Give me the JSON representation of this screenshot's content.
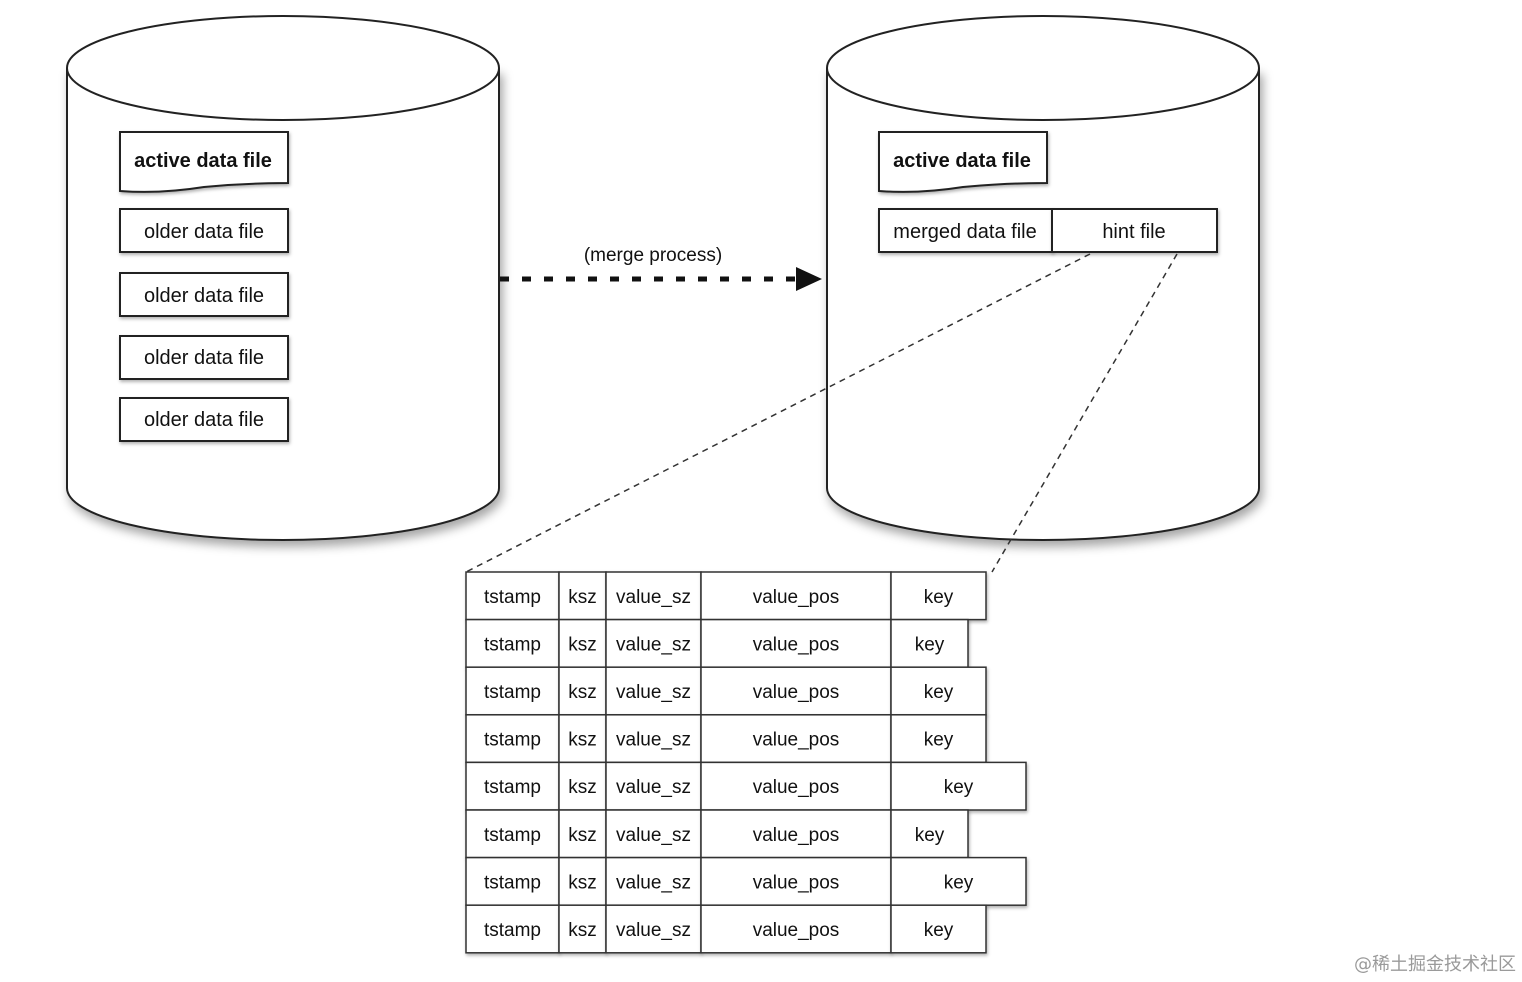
{
  "left_db": {
    "active_file_label": "active data file",
    "older_files": [
      "older data file",
      "older data file",
      "older data file",
      "older data file"
    ]
  },
  "merge_arrow": {
    "label": "(merge process)"
  },
  "right_db": {
    "active_file_label": "active data file",
    "merged_file_label": "merged data file",
    "hint_file_label": "hint file"
  },
  "hint_table": {
    "columns": [
      "tstamp",
      "ksz",
      "value_sz",
      "value_pos",
      "key"
    ],
    "rows": [
      [
        "tstamp",
        "ksz",
        "value_sz",
        "value_pos",
        "key"
      ],
      [
        "tstamp",
        "ksz",
        "value_sz",
        "value_pos",
        "key"
      ],
      [
        "tstamp",
        "ksz",
        "value_sz",
        "value_pos",
        "key"
      ],
      [
        "tstamp",
        "ksz",
        "value_sz",
        "value_pos",
        "key"
      ],
      [
        "tstamp",
        "ksz",
        "value_sz",
        "value_pos",
        "key"
      ],
      [
        "tstamp",
        "ksz",
        "value_sz",
        "value_pos",
        "key"
      ],
      [
        "tstamp",
        "ksz",
        "value_sz",
        "value_pos",
        "key"
      ],
      [
        "tstamp",
        "ksz",
        "value_sz",
        "value_pos",
        "key"
      ]
    ]
  },
  "watermark": "@稀土掘金技术社区"
}
